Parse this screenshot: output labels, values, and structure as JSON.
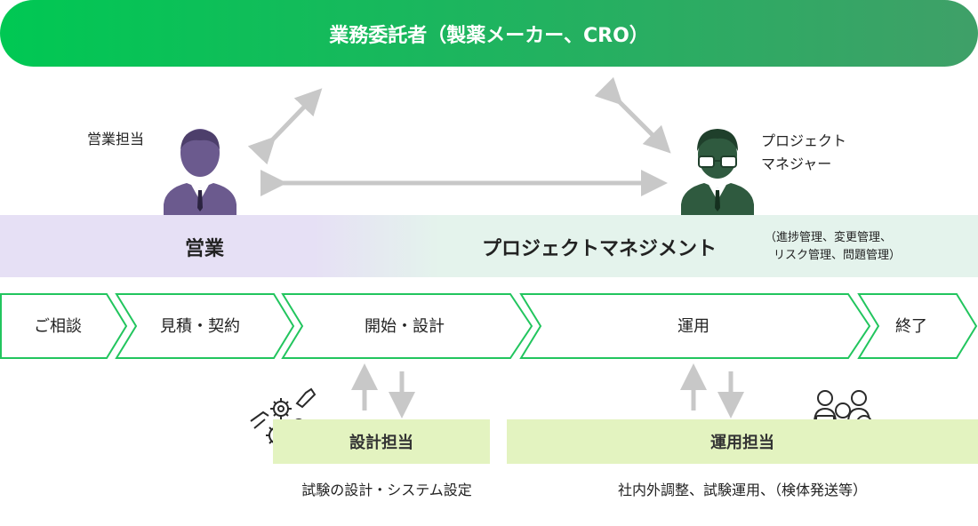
{
  "header": {
    "title": "業務委託者（製薬メーカー、CRO）"
  },
  "roles": {
    "sales_person": "営業担当",
    "pm_person_line1": "プロジェクト",
    "pm_person_line2": "マネジャー"
  },
  "band": {
    "sales": "営業",
    "pm": "プロジェクトマネジメント",
    "pm_note_line1": "（進捗管理、変更管理、",
    "pm_note_line2": "リスク管理、問題管理）"
  },
  "steps": [
    "ご相談",
    "見積・契約",
    "開始・設計",
    "運用",
    "終了"
  ],
  "teams": {
    "design": {
      "label": "設計担当",
      "desc": "試験の設計・システム設定",
      "icon": "gears-hands-icon"
    },
    "operation": {
      "label": "運用担当",
      "desc": "社内外調整、試験運用、（検体発送等）",
      "icon": "team-people-icon"
    }
  },
  "colors": {
    "banner_start": "#00c853",
    "banner_end": "#3fa068",
    "sales_avatar": "#6b5a8e",
    "pm_avatar": "#2f5a3f",
    "step_border": "#22c55e",
    "team_box": "#e3f3c0",
    "arrow": "#c8c8c8"
  }
}
